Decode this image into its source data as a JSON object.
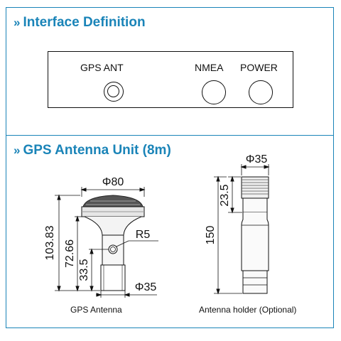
{
  "sections": {
    "interface": {
      "chevron": "»",
      "title": "Interface Definition",
      "ports": [
        {
          "label": "GPS ANT"
        },
        {
          "label": "NMEA"
        },
        {
          "label": "POWER"
        }
      ]
    },
    "antenna": {
      "chevron": "»",
      "title": "GPS Antenna Unit (8m)",
      "antenna": {
        "caption": "GPS Antenna",
        "dims": {
          "top_diameter": "Φ80",
          "total_height": "103.83",
          "mid_height": "72.66",
          "hole_height": "33.5",
          "radius": "R5",
          "bottom_diameter": "Φ35"
        }
      },
      "holder": {
        "caption": "Antenna holder (Optional)",
        "dims": {
          "diameter": "Φ35",
          "thread_length": "23.5",
          "length": "150"
        }
      }
    }
  },
  "colors": {
    "accent": "#1a84b8",
    "line": "#111111"
  }
}
